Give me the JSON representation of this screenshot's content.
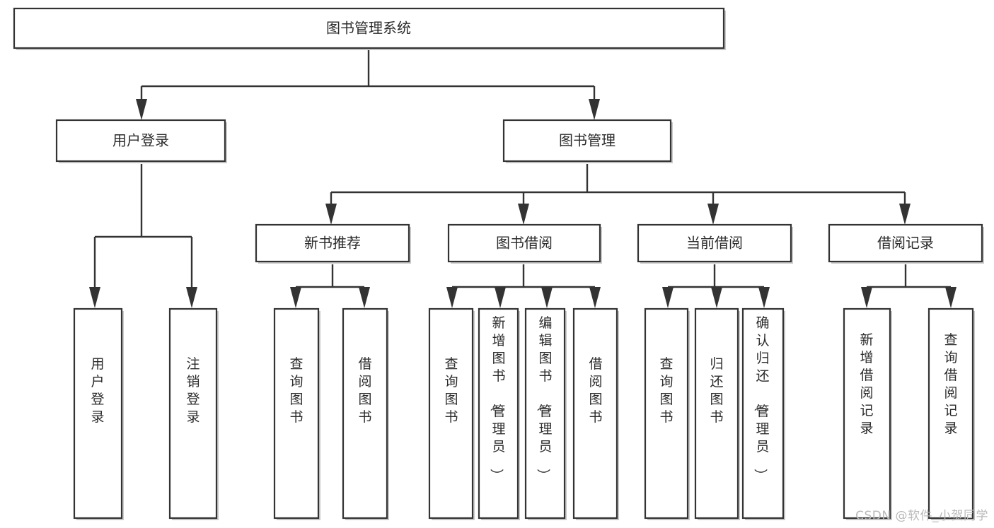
{
  "diagram": {
    "type": "tree-hierarchy",
    "title": "图书管理系统",
    "watermark": "CSDN @软件_小贺同学",
    "root": {
      "id": "root",
      "label": "图书管理系统"
    },
    "level1": [
      {
        "id": "user-login",
        "label": "用户登录"
      },
      {
        "id": "book-management",
        "label": "图书管理"
      }
    ],
    "level2": [
      {
        "id": "new-book-recommend",
        "label": "新书推荐",
        "parent": "book-management"
      },
      {
        "id": "book-borrow",
        "label": "图书借阅",
        "parent": "book-management"
      },
      {
        "id": "current-borrow",
        "label": "当前借阅",
        "parent": "book-management"
      },
      {
        "id": "borrow-record",
        "label": "借阅记录",
        "parent": "book-management"
      }
    ],
    "leaves": [
      {
        "id": "leaf-user-login",
        "label": "用户登录",
        "parent": "user-login"
      },
      {
        "id": "leaf-user-logout",
        "label": "注销登录",
        "parent": "user-login"
      },
      {
        "id": "leaf-query-book-1",
        "label": "查询图书",
        "parent": "new-book-recommend"
      },
      {
        "id": "leaf-borrow-book-1",
        "label": "借阅图书",
        "parent": "new-book-recommend"
      },
      {
        "id": "leaf-query-book-2",
        "label": "查询图书",
        "parent": "book-borrow"
      },
      {
        "id": "leaf-add-book",
        "label": "新增图书（管理员）",
        "parent": "book-borrow"
      },
      {
        "id": "leaf-edit-book",
        "label": "编辑图书（管理员）",
        "parent": "book-borrow"
      },
      {
        "id": "leaf-borrow-book-2",
        "label": "借阅图书",
        "parent": "book-borrow"
      },
      {
        "id": "leaf-query-book-3",
        "label": "查询图书",
        "parent": "current-borrow"
      },
      {
        "id": "leaf-return-book",
        "label": "归还图书",
        "parent": "current-borrow"
      },
      {
        "id": "leaf-confirm-return",
        "label": "确认归还（管理员）",
        "parent": "current-borrow"
      },
      {
        "id": "leaf-add-record",
        "label": "新增借阅记录",
        "parent": "borrow-record"
      },
      {
        "id": "leaf-query-record",
        "label": "查询借阅记录",
        "parent": "borrow-record"
      }
    ],
    "colors": {
      "box_fill": "#ffffff",
      "box_stroke": "#333333",
      "line": "#333333",
      "text": "#2b2b2b",
      "watermark": "#b9b9b9",
      "background": "#ffffff"
    }
  }
}
